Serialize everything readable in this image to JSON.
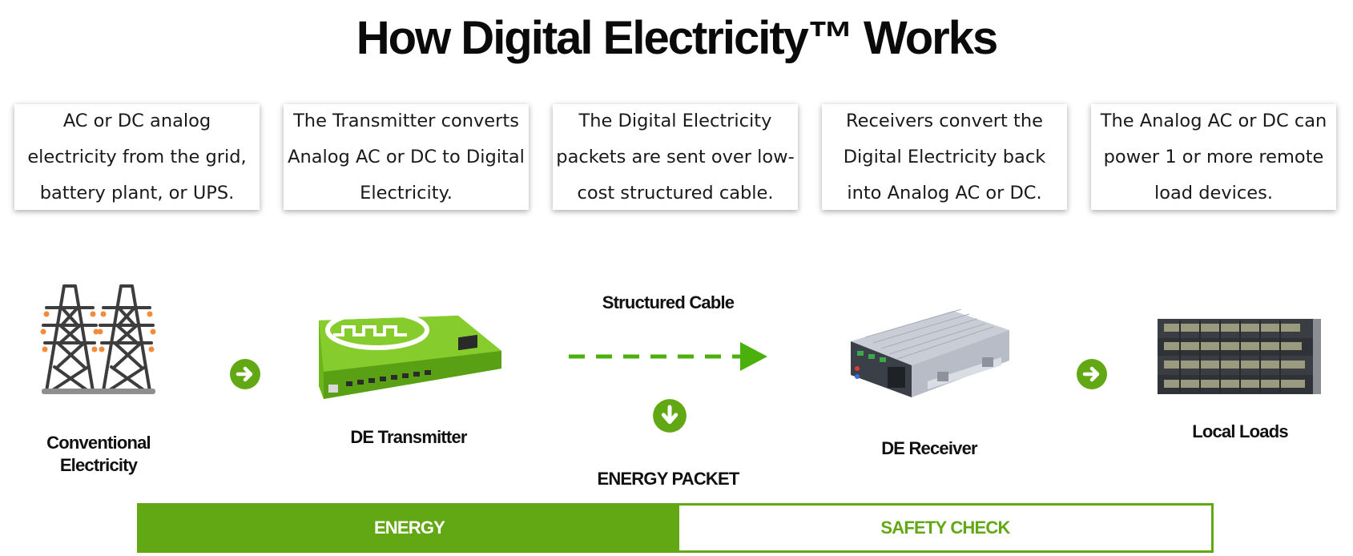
{
  "title": "How Digital Electricity™ Works",
  "steps": [
    {
      "text": "AC or DC analog electricity from the grid, battery plant, or UPS."
    },
    {
      "text": "The Transmitter converts Analog AC or DC to Digital Electricity."
    },
    {
      "text": "The Digital Electricity packets are sent over low-cost structured cable."
    },
    {
      "text": "Receivers convert the Digital Electricity back into Analog AC or DC."
    },
    {
      "text": "The Analog AC or DC can power 1 or more remote load devices."
    }
  ],
  "devices": {
    "source_line1": "Conventional",
    "source_line2": "Electricity",
    "transmitter": "DE Transmitter",
    "cable": "Structured Cable",
    "packet": "ENERGY PACKET",
    "receiver": "DE Receiver",
    "loads": "Local Loads"
  },
  "bar": {
    "energy": "ENERGY",
    "safety": "SAFETY CHECK"
  },
  "colors": {
    "accent": "#62a814",
    "device_green": "#7cc421"
  },
  "icons": [
    "transmission-tower-icon",
    "arrow-right-circle-icon",
    "transmitter-device-icon",
    "cable-arrow-icon",
    "arrow-down-circle-icon",
    "receiver-device-icon",
    "network-switch-stack-icon"
  ]
}
